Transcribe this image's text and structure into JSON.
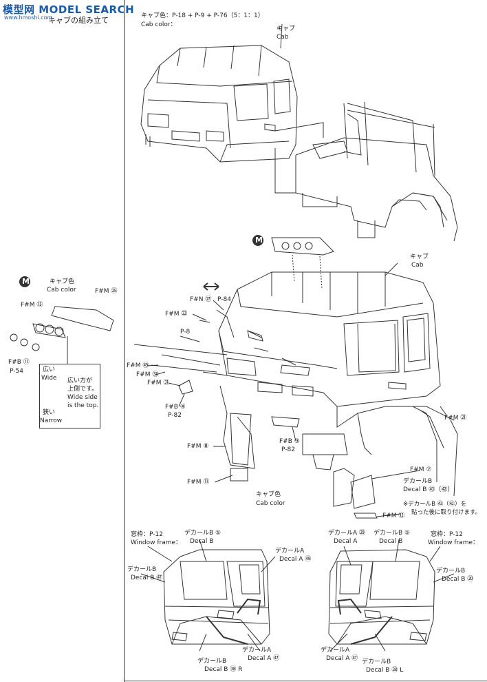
{
  "watermark": {
    "logo": "模型网 MODEL SEARCH",
    "site": "www.hmoshi.com"
  },
  "section_title": "キャブの組み立て",
  "top": {
    "cab_color_jp": "キャブ色：P-18 + P-9 + P-76（5：1：1）",
    "cab_color_en": "Cab color：",
    "cab_jp": "キャブ",
    "cab_en": "Cab"
  },
  "left_panel": {
    "marker": "M",
    "cab_color_jp": "キャブ色",
    "cab_color_en": "Cab color",
    "fm25": "F#M ㉕",
    "fm15": "F#M ⑮",
    "fb11": "F#B ⑪",
    "p54": "P-54",
    "wide_jp": "広い",
    "wide_en": "Wide",
    "narrow_jp": "狭い",
    "narrow_en": "Narrow",
    "note_jp1": "広い方が",
    "note_jp2": "上側です。",
    "note_en1": "Wide side",
    "note_en2": "is the top."
  },
  "middle": {
    "marker": "M",
    "cab_jp": "キャブ",
    "cab_en": "Cab",
    "fn27": "F#N ㉗",
    "p84": "P-84",
    "fm22": "F#M ㉒",
    "p8": "P-8",
    "fm52": "F#M ㊾",
    "fm33": "F#M ㉝",
    "fm31": "F#M ㉛",
    "fb4": "F#B ④",
    "p82": "P-82",
    "fm8": "F#M ⑧",
    "fb3": "F#B ③",
    "p82b": "P-82",
    "fm11": "F#M ⑪",
    "fm21": "F#M ㉑",
    "fm7": "F#M ⑦",
    "decal_b_jp": "デカールB",
    "decal_b_en": "Decal B ㊸（㊷）",
    "cab_color_jp": "キャブ色",
    "cab_color_en": "Cab color",
    "fm12": "F#M ⑫",
    "note1": "※デカールB ㊸（㊷）を",
    "note2": "貼った後に取り付けます。"
  },
  "bottom_left": {
    "window_frame_jp": "窓枠：P-12",
    "window_frame_en": "Window frame：",
    "decal_b5_jp": "デカールB ⑤",
    "decal_b5_en": "Decal B",
    "decal_a49_jp": "デカールA",
    "decal_a49_en": "Decal A ㊾",
    "decal_b71_jp": "デカールB",
    "decal_b71_en": "Decal B ㊼",
    "decal_a47_jp": "デカールA",
    "decal_a47_en": "Decal A ㊼",
    "decal_b54_jp": "デカールB",
    "decal_b54_en": "Decal B ㊳ R"
  },
  "bottom_right": {
    "decal_a29_jp": "デカールA ㉙",
    "decal_a29_en": "Decal A",
    "decal_b5_jp": "デカールB ⑤",
    "decal_b5_en": "Decal B",
    "window_frame_jp": "窓枠：P-12",
    "window_frame_en": "Window frame：",
    "decal_b70_jp": "デカールB",
    "decal_b70_en": "Decal B ⑳",
    "decal_a47_jp": "デカールA",
    "decal_a47_en": "Decal A ㊼",
    "decal_b54_jp": "デカールB",
    "decal_b54_en": "Decal B ㊳ L"
  }
}
